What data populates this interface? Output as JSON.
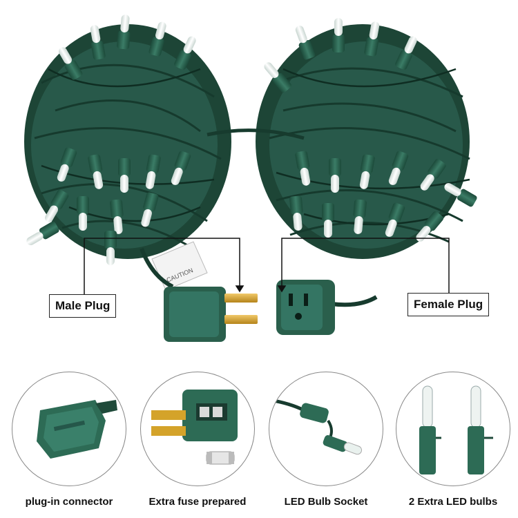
{
  "callouts": {
    "male_plug": "Male Plug",
    "female_plug": "Female Plug"
  },
  "tag_text": "CAUTION",
  "features": [
    {
      "caption": "plug-in connector",
      "icon": "plug-connector-icon"
    },
    {
      "caption": "Extra fuse prepared",
      "icon": "fuse-icon"
    },
    {
      "caption": "LED Bulb Socket",
      "icon": "bulb-socket-icon"
    },
    {
      "caption": "2 Extra LED bulbs",
      "icon": "led-bulb-icon"
    }
  ],
  "colors": {
    "wire": "#1f4a3a",
    "socket": "#2d6b55",
    "bulb": "#e9f1ee",
    "prong": "#d4a32a"
  }
}
